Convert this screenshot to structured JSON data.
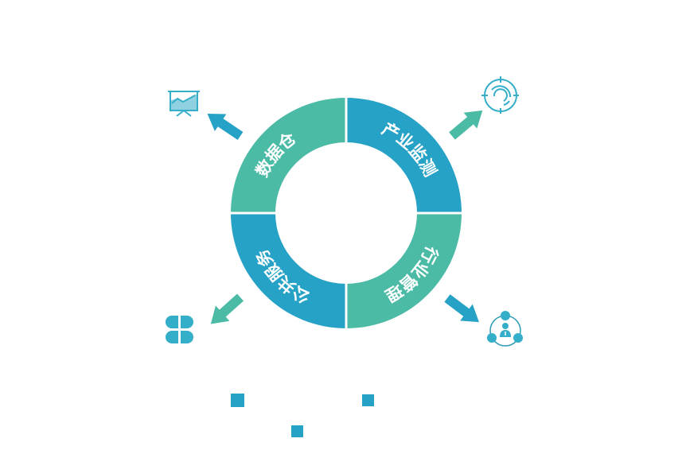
{
  "colors": {
    "blue": "#26a2c6",
    "green": "#4bbba6",
    "icon": "#35aec9"
  },
  "segments": [
    {
      "label": "行业管理",
      "color": "green"
    },
    {
      "label": "公共服务",
      "color": "blue"
    },
    {
      "label": "数据仓",
      "color": "green"
    },
    {
      "label": "产业监测",
      "color": "blue"
    }
  ],
  "icons": [
    "presentation-chart-icon",
    "target-icon",
    "clover-icon",
    "people-network-icon"
  ]
}
